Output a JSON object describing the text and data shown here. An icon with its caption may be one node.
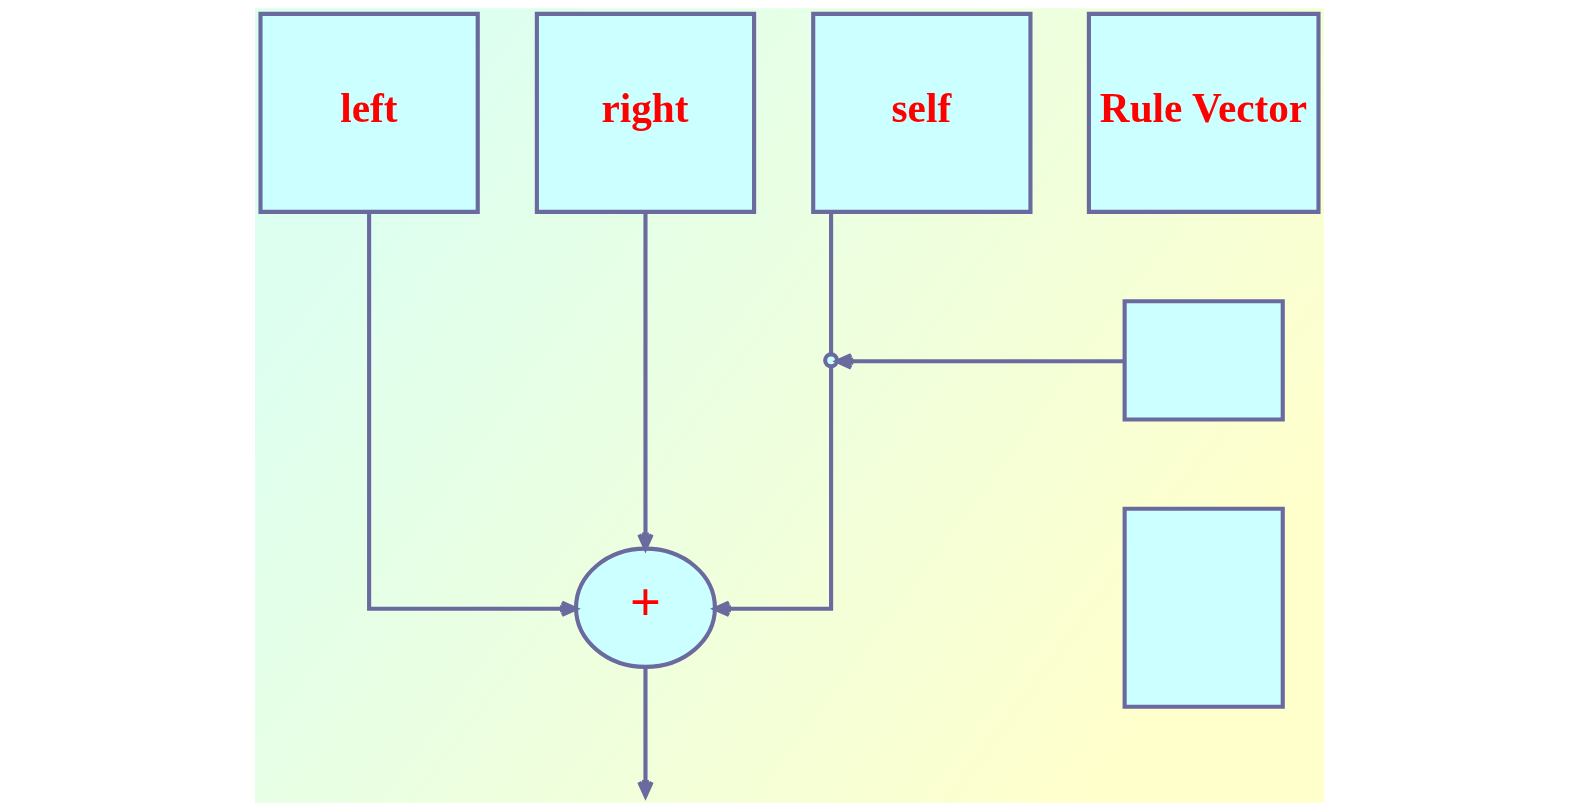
{
  "diagram": {
    "nodes": [
      {
        "text": [
          "left"
        ]
      },
      {
        "text": [
          "self"
        ]
      },
      {
        "text": [
          "right"
        ]
      },
      {
        "text": [
          "Rule Vector"
        ]
      },
      {
        "text": [],
        "shape": "box"
      },
      {
        "text": [],
        "shape": "box"
      },
      {
        "text": [
          "+"
        ]
      },
      {
        "text": [],
        "shape": "switch"
      }
    ],
    "edges": [
      {
        "from": 0,
        "to": 6,
        "arrow": "to"
      },
      {
        "from": 1,
        "to": 7,
        "arrow": "none"
      },
      {
        "from": 7,
        "to": 6,
        "arrow": "to"
      },
      {
        "from": 2,
        "to": 6,
        "arrow": "to"
      },
      {
        "from": 4,
        "to": 7,
        "arrow": "to"
      },
      {
        "from": 6,
        "to": null,
        "arrow": "to"
      }
    ]
  }
}
